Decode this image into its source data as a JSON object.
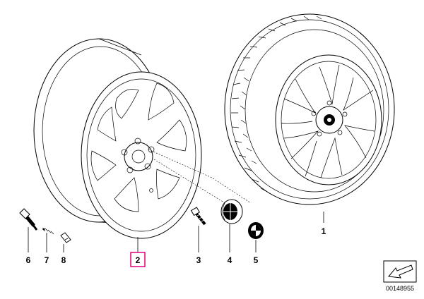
{
  "parts": [
    {
      "id": "1",
      "label": "1",
      "name": "complete-wheel"
    },
    {
      "id": "2",
      "label": "2",
      "name": "light-alloy-rim",
      "highlighted": true
    },
    {
      "id": "3",
      "label": "3",
      "name": "wheel-bolt"
    },
    {
      "id": "4",
      "label": "4",
      "name": "hub-cap"
    },
    {
      "id": "5",
      "label": "5",
      "name": "emblem"
    },
    {
      "id": "6",
      "label": "6",
      "name": "valve"
    },
    {
      "id": "7",
      "label": "7",
      "name": "valve-spring"
    },
    {
      "id": "8",
      "label": "8",
      "name": "valve-cap"
    }
  ],
  "reference_number": "00148955",
  "colors": {
    "highlight": "#e0007a",
    "line": "#000000",
    "background": "#ffffff"
  }
}
